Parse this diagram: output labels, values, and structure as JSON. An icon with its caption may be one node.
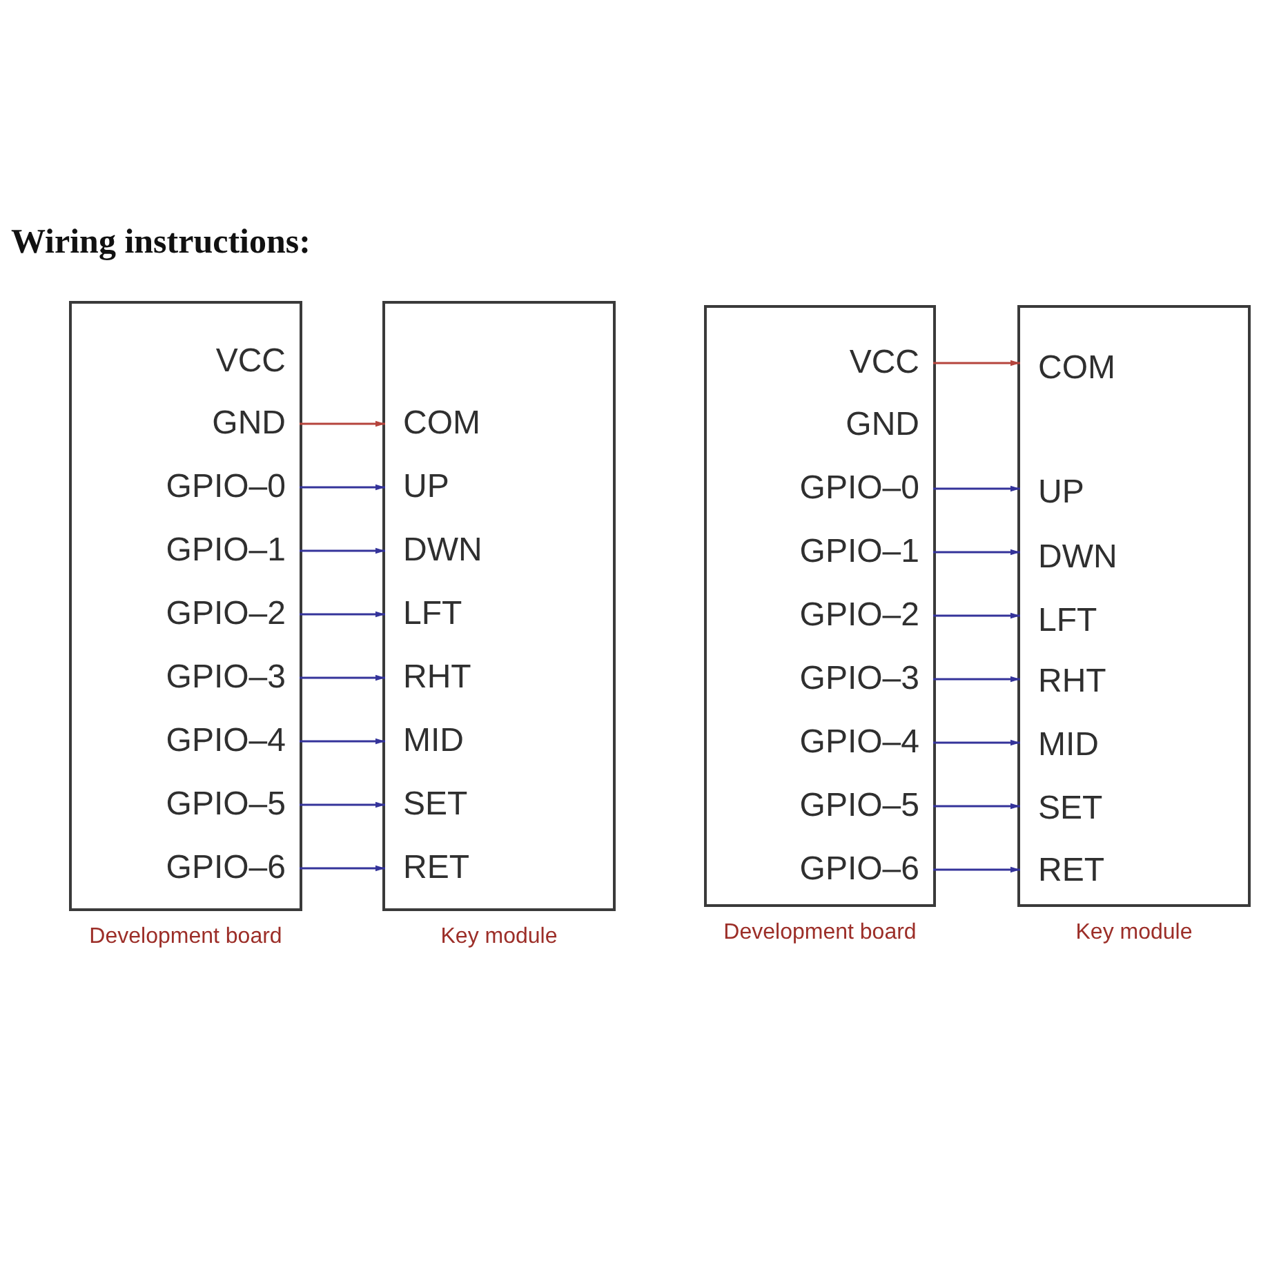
{
  "diagram": {
    "title": "Wiring instructions:",
    "nodes": [
      {
        "text": [],
        "shape": "box",
        "beside": [
          "Development board"
        ]
      },
      {
        "text": [
          "VCC"
        ],
        "in": 0
      },
      {
        "text": [
          "GND"
        ],
        "in": 0
      },
      {
        "text": [
          "GPIO–0"
        ],
        "in": 0
      },
      {
        "text": [
          "GPIO–1"
        ],
        "in": 0
      },
      {
        "text": [
          "GPIO–2"
        ],
        "in": 0
      },
      {
        "text": [
          "GPIO–3"
        ],
        "in": 0
      },
      {
        "text": [
          "GPIO–4"
        ],
        "in": 0
      },
      {
        "text": [
          "GPIO–5"
        ],
        "in": 0
      },
      {
        "text": [
          "GPIO–6"
        ],
        "in": 0
      },
      {
        "text": [],
        "shape": "box",
        "beside": [
          "Key module"
        ]
      },
      {
        "text": [
          "COM"
        ],
        "in": 10
      },
      {
        "text": [
          "UP"
        ],
        "in": 10
      },
      {
        "text": [
          "DWN"
        ],
        "in": 10
      },
      {
        "text": [
          "LFT"
        ],
        "in": 10
      },
      {
        "text": [
          "RHT"
        ],
        "in": 10
      },
      {
        "text": [
          "MID"
        ],
        "in": 10
      },
      {
        "text": [
          "SET"
        ],
        "in": 10
      },
      {
        "text": [
          "RET"
        ],
        "in": 10
      },
      {
        "text": [],
        "shape": "box",
        "beside": [
          "Development board"
        ]
      },
      {
        "text": [
          "VCC"
        ],
        "in": 19
      },
      {
        "text": [
          "GND"
        ],
        "in": 19
      },
      {
        "text": [
          "GPIO–0"
        ],
        "in": 19
      },
      {
        "text": [
          "GPIO–1"
        ],
        "in": 19
      },
      {
        "text": [
          "GPIO–2"
        ],
        "in": 19
      },
      {
        "text": [
          "GPIO–3"
        ],
        "in": 19
      },
      {
        "text": [
          "GPIO–4"
        ],
        "in": 19
      },
      {
        "text": [
          "GPIO–5"
        ],
        "in": 19
      },
      {
        "text": [
          "GPIO–6"
        ],
        "in": 19
      },
      {
        "text": [],
        "shape": "box",
        "beside": [
          "Key module"
        ]
      },
      {
        "text": [
          "COM"
        ],
        "in": 29
      },
      {
        "text": [
          "UP"
        ],
        "in": 29
      },
      {
        "text": [
          "DWN"
        ],
        "in": 29
      },
      {
        "text": [
          "LFT"
        ],
        "in": 29
      },
      {
        "text": [
          "RHT"
        ],
        "in": 29
      },
      {
        "text": [
          "MID"
        ],
        "in": 29
      },
      {
        "text": [
          "SET"
        ],
        "in": 29
      },
      {
        "text": [
          "RET"
        ],
        "in": 29
      }
    ],
    "edges": [
      {
        "from": 2,
        "to": 11,
        "arrow": "to",
        "color": "#b5443c"
      },
      {
        "from": 3,
        "to": 12,
        "arrow": "to"
      },
      {
        "from": 4,
        "to": 13,
        "arrow": "to"
      },
      {
        "from": 5,
        "to": 14,
        "arrow": "to"
      },
      {
        "from": 6,
        "to": 15,
        "arrow": "to"
      },
      {
        "from": 7,
        "to": 16,
        "arrow": "to"
      },
      {
        "from": 8,
        "to": 17,
        "arrow": "to"
      },
      {
        "from": 9,
        "to": 18,
        "arrow": "to"
      },
      {
        "from": 20,
        "to": 30,
        "arrow": "to",
        "color": "#b5443c"
      },
      {
        "from": 22,
        "to": 31,
        "arrow": "to"
      },
      {
        "from": 23,
        "to": 32,
        "arrow": "to"
      },
      {
        "from": 24,
        "to": 33,
        "arrow": "to"
      },
      {
        "from": 25,
        "to": 34,
        "arrow": "to"
      },
      {
        "from": 26,
        "to": 35,
        "arrow": "to"
      },
      {
        "from": 27,
        "to": 36,
        "arrow": "to"
      },
      {
        "from": 28,
        "to": 37,
        "arrow": "to"
      }
    ]
  }
}
